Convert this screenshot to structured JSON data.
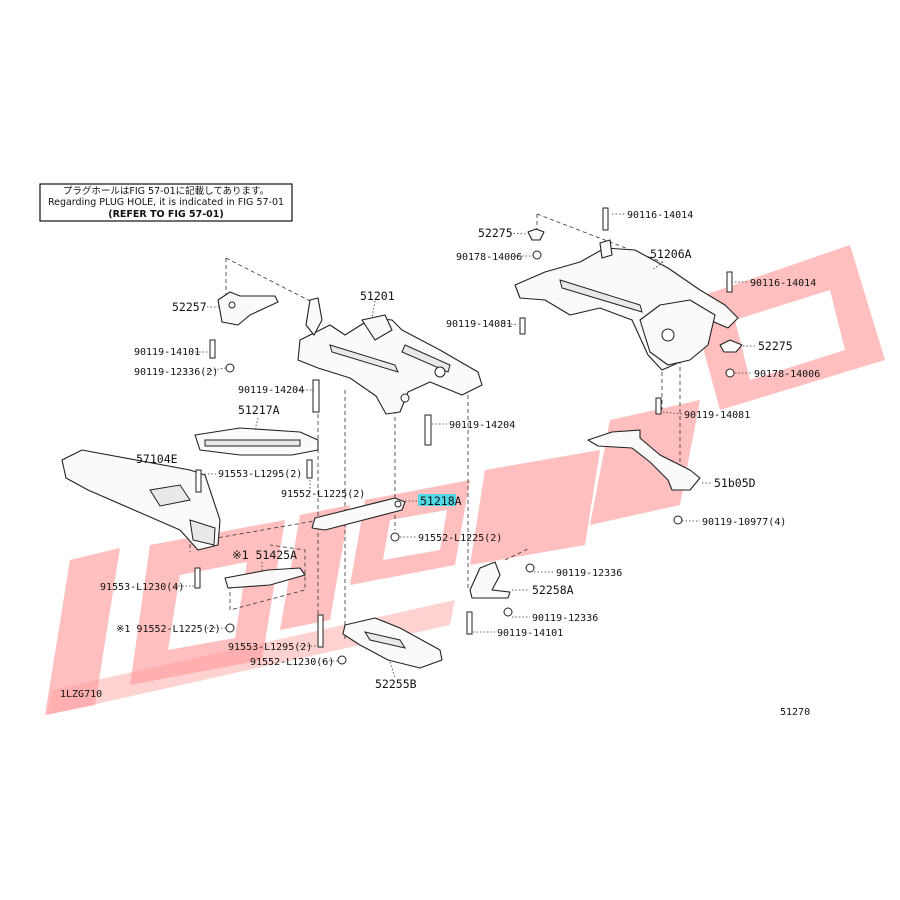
{
  "note": {
    "line1": "プラグホールはFIG 57-01に記載してあります。",
    "line2": "Regarding PLUG HOLE, it is indicated in FIG 57-01",
    "line3": "(REFER TO FIG 57-01)"
  },
  "parts": {
    "p52275_top": "52275",
    "p90116_top": "90116-14014",
    "p90178_top": "90178-14006",
    "p51206A": "51206A",
    "p90116_mid": "90116-14014",
    "p90119_14081_left": "90119-14081",
    "p52275_mid": "52275",
    "p90178_mid": "90178-14006",
    "p90119_14081_right": "90119-14081",
    "p52257": "52257",
    "p51201": "51201",
    "p90119_14101_left": "90119-14101",
    "p90119_12336_left": "90119-12336(2)",
    "p90119_14204_left": "90119-14204",
    "p51217A": "51217A",
    "p90119_14204_right": "90119-14204",
    "p57104E": "57104E",
    "p91553_L1295_top": "91553-L1295(2)",
    "p91552_L1225_top": "91552-L1225(2)",
    "p51218A": "51218A",
    "p91552_L1225_mid": "91552-L1225(2)",
    "p51050": "51b05D",
    "p90119_10977": "90119-10977(4)",
    "p51425A": "※1 51425A",
    "p91553_L1230": "91553-L1230(4)",
    "p90119_12336_r1": "90119-12336",
    "p52258A": "52258A",
    "p90119_12336_r2": "90119-12336",
    "p90119_14101_right": "90119-14101",
    "p91552_L1225_bot": "※1 91552-L1225(2)",
    "p91553_L1295_bot": "91553-L1295(2)",
    "p91552_L1230": "91552-L1230(6)",
    "p52255B": "52255B"
  },
  "figure": {
    "code_left": "1LZG710",
    "code_right": "51270"
  },
  "colors": {
    "highlight": "#52d9e6",
    "watermark": "#ff8a8a"
  }
}
